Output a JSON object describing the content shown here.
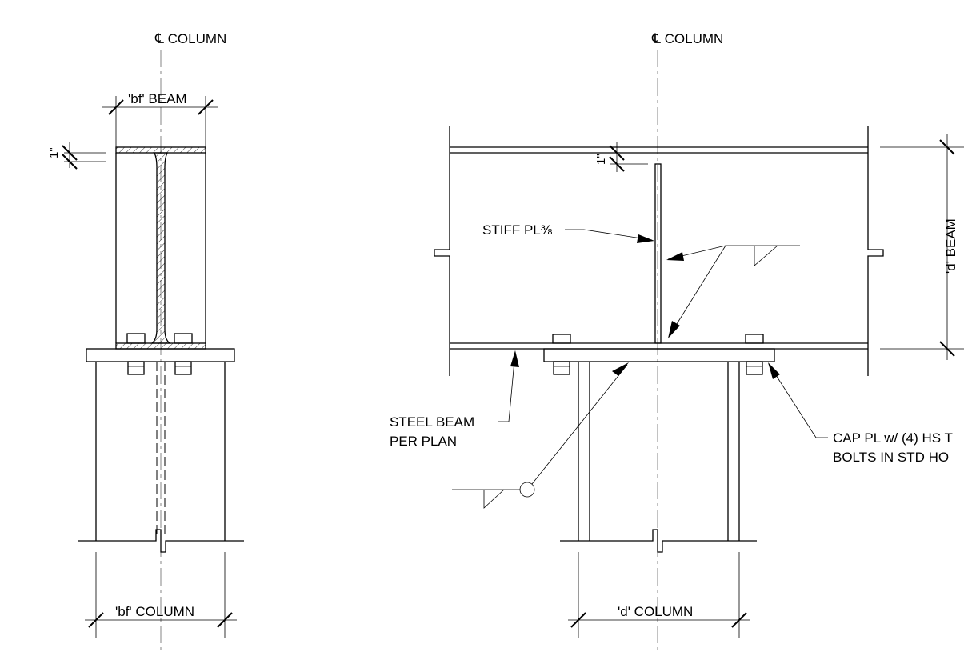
{
  "labels": {
    "cl_column_left": "℄ COLUMN",
    "cl_column_right": "℄ COLUMN",
    "bf_beam": "'bf' BEAM",
    "bf_column": "'bf' COLUMN",
    "d_column": "'d' COLUMN",
    "d_beam": "'d' BEAM",
    "one_inch_left": "1\"",
    "one_inch_right": "1\"",
    "stiff_pl": "STIFF PL⅜",
    "steel_beam_line1": "STEEL BEAM",
    "steel_beam_line2": "PER PLAN",
    "cap_pl_line1": "CAP PL w/ (4) HS T",
    "cap_pl_line2": "BOLTS IN STD HO"
  }
}
